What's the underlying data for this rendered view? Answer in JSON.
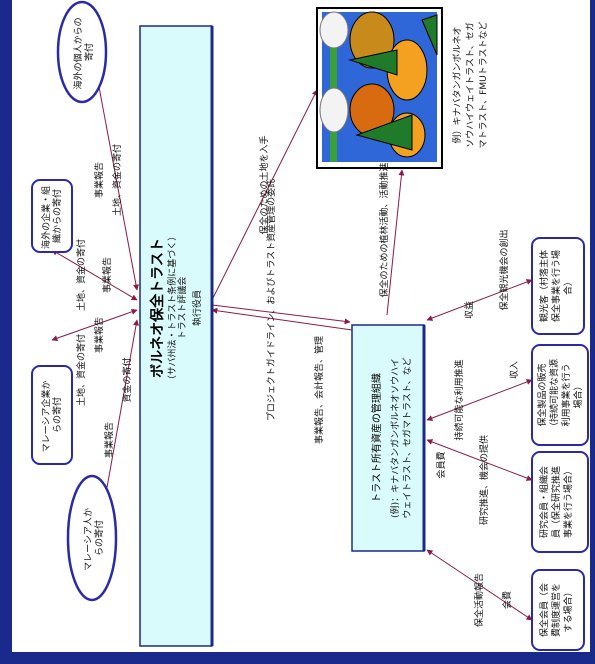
{
  "trust": {
    "title": "ボルネオ保全トラスト",
    "sub1": "（サバ州法・トラスト条例に基づく）",
    "sub2": "トラスト評議会",
    "sub3": "執行役員"
  },
  "mgmt": {
    "title": "トラスト所有資産の管理組織",
    "example1": "(例)：キナバタンガンボルネオソウハイ",
    "example2": "ウェイトラスト、セガマトラスト、など"
  },
  "forest_caption": {
    "line1": "例）キナバタンガンボルネオ",
    "line2": "ソウハイウェイトラスト、セガ",
    "line3": "マトラスト、FMUトラストなど"
  },
  "donors": [
    {
      "id": "overseas-individual",
      "lines": [
        "海外の個人からの",
        "寄付"
      ]
    },
    {
      "id": "overseas-company",
      "lines": [
        "海外の企業・組",
        "織からの寄付"
      ]
    },
    {
      "id": "malaysia-company",
      "lines": [
        "マレーシア企業か",
        "らの寄付"
      ]
    },
    {
      "id": "malaysia-individual",
      "lines": [
        "マレーシア人か",
        "らの寄付"
      ]
    }
  ],
  "activities": [
    {
      "id": "conservation-member",
      "lines": [
        "保全会員（会",
        "費制度運営を",
        "する場合）"
      ]
    },
    {
      "id": "research-member",
      "lines": [
        "研究会員・組織会",
        "員（保全研究推進",
        "事業を行う場合）"
      ]
    },
    {
      "id": "product-sales",
      "lines": [
        "保全製品の販売",
        "（持続可能な資源",
        "利用事業を行う",
        "場合）"
      ]
    },
    {
      "id": "ecotourism",
      "lines": [
        "観光客（村落主体",
        "保全事業を行う場",
        "合）"
      ]
    }
  ],
  "edge_labels": {
    "report1": "事業報告",
    "fund1": "土地、資金の寄付",
    "report2": "事業報告",
    "fund2": "土地、資金の寄付",
    "report3": "事業報告",
    "fund3": "土地、資金の寄付",
    "report4": "事業報告",
    "fund4": "資金の寄付",
    "land_acq": "保全のための土地を入手",
    "project_guide": "プロジェクトガイドライン、およびトラスト資産管理の委託",
    "mgmt_report": "事業報告、会計報告、管理",
    "afforest": "保全のための植林活動、活動推進",
    "tour_promo": "保全観光機会の創出",
    "income1": "収益",
    "income2": "収入",
    "resource_use": "持続可能な利用推進",
    "fee1": "会員費",
    "research_chance": "研究推進、機会の提供",
    "activity_report": "保全活動報告",
    "fee2": "会費"
  },
  "colors": {
    "box_fill": "#d9fbfc",
    "box_border": "#1a2a8c",
    "ellipse_fill": "#ffffff",
    "ellipse_border": "#2a2aa8",
    "arrow": "#8a1a4a",
    "frame": "#1a2a8c"
  }
}
